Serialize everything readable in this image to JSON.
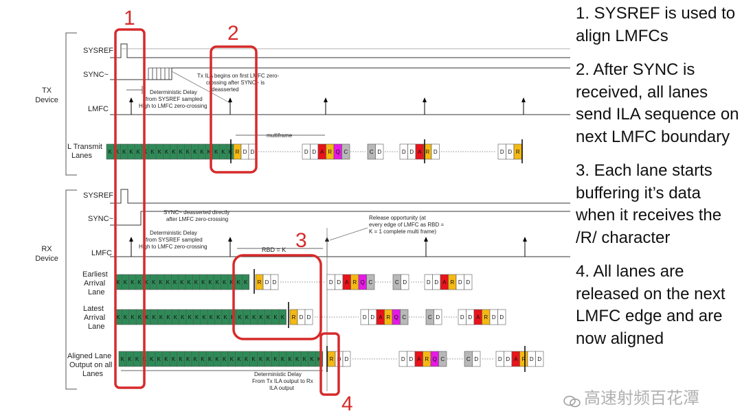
{
  "sections": {
    "tx_label": [
      "TX",
      "Device"
    ],
    "rx_label": [
      "RX",
      "Device"
    ]
  },
  "tx": {
    "sysref": "SYSREF",
    "sync": "SYNC~",
    "lmfc": "LMFC",
    "lanes": [
      "L Transmit",
      "Lanes"
    ],
    "ila_note": [
      "Tx ILA begins on first LMFC zero-",
      "crossing after SYNC~ is",
      "deasserted"
    ],
    "delay_note": [
      "Deterministic Delay",
      "from SYSREF sampled",
      "High to LMFC zero-crossing"
    ],
    "multiframe": "multiframe"
  },
  "rx": {
    "sysref": "SYSREF",
    "sync": "SYNC~",
    "lmfc": "LMFC",
    "sync_note": [
      "SYNC~ deasserted directly",
      "after LMFC zero-crossing"
    ],
    "delay_note": [
      "Deterministic Delay",
      "from SYSREF sampled",
      "High to LMFC zero-crossing"
    ],
    "rbd": "RBD = K",
    "release_note": [
      "Release opportunity (at",
      "every edge of LMFC as RBD =",
      "K = 1 complete multi frame)"
    ],
    "earliest": [
      "Earliest",
      "Arrival",
      "Lane"
    ],
    "latest": [
      "Latest",
      "Arrival",
      "Lane"
    ],
    "aligned": [
      "Aligned Lane",
      "Output on all",
      "Lanes"
    ],
    "out_delay_note": [
      "Deterministic Delay",
      "From Tx ILA output to Rx",
      "ILA output"
    ]
  },
  "chars": {
    "k": "K",
    "r": "R",
    "d": "D",
    "a": "A",
    "q": "Q",
    "c": "C"
  },
  "markers": [
    "1",
    "2",
    "3",
    "4"
  ],
  "notes": [
    "1. SYSREF is used to align LMFCs",
    "2. After SYNC is received, all lanes send ILA sequence on next LMFC boundary",
    "3. Each lane starts buffering it’s data when it receives the /R/ character",
    "4. All lanes are released on the next LMFC edge and are now aligned"
  ],
  "watermark": "高速射频百花潭",
  "colors": {
    "k": "#2e8b57",
    "r": "#f5b914",
    "a": "#e8131b",
    "q": "#e619e6",
    "c": "#b8b8b8",
    "annotation": "#d62a2a"
  }
}
